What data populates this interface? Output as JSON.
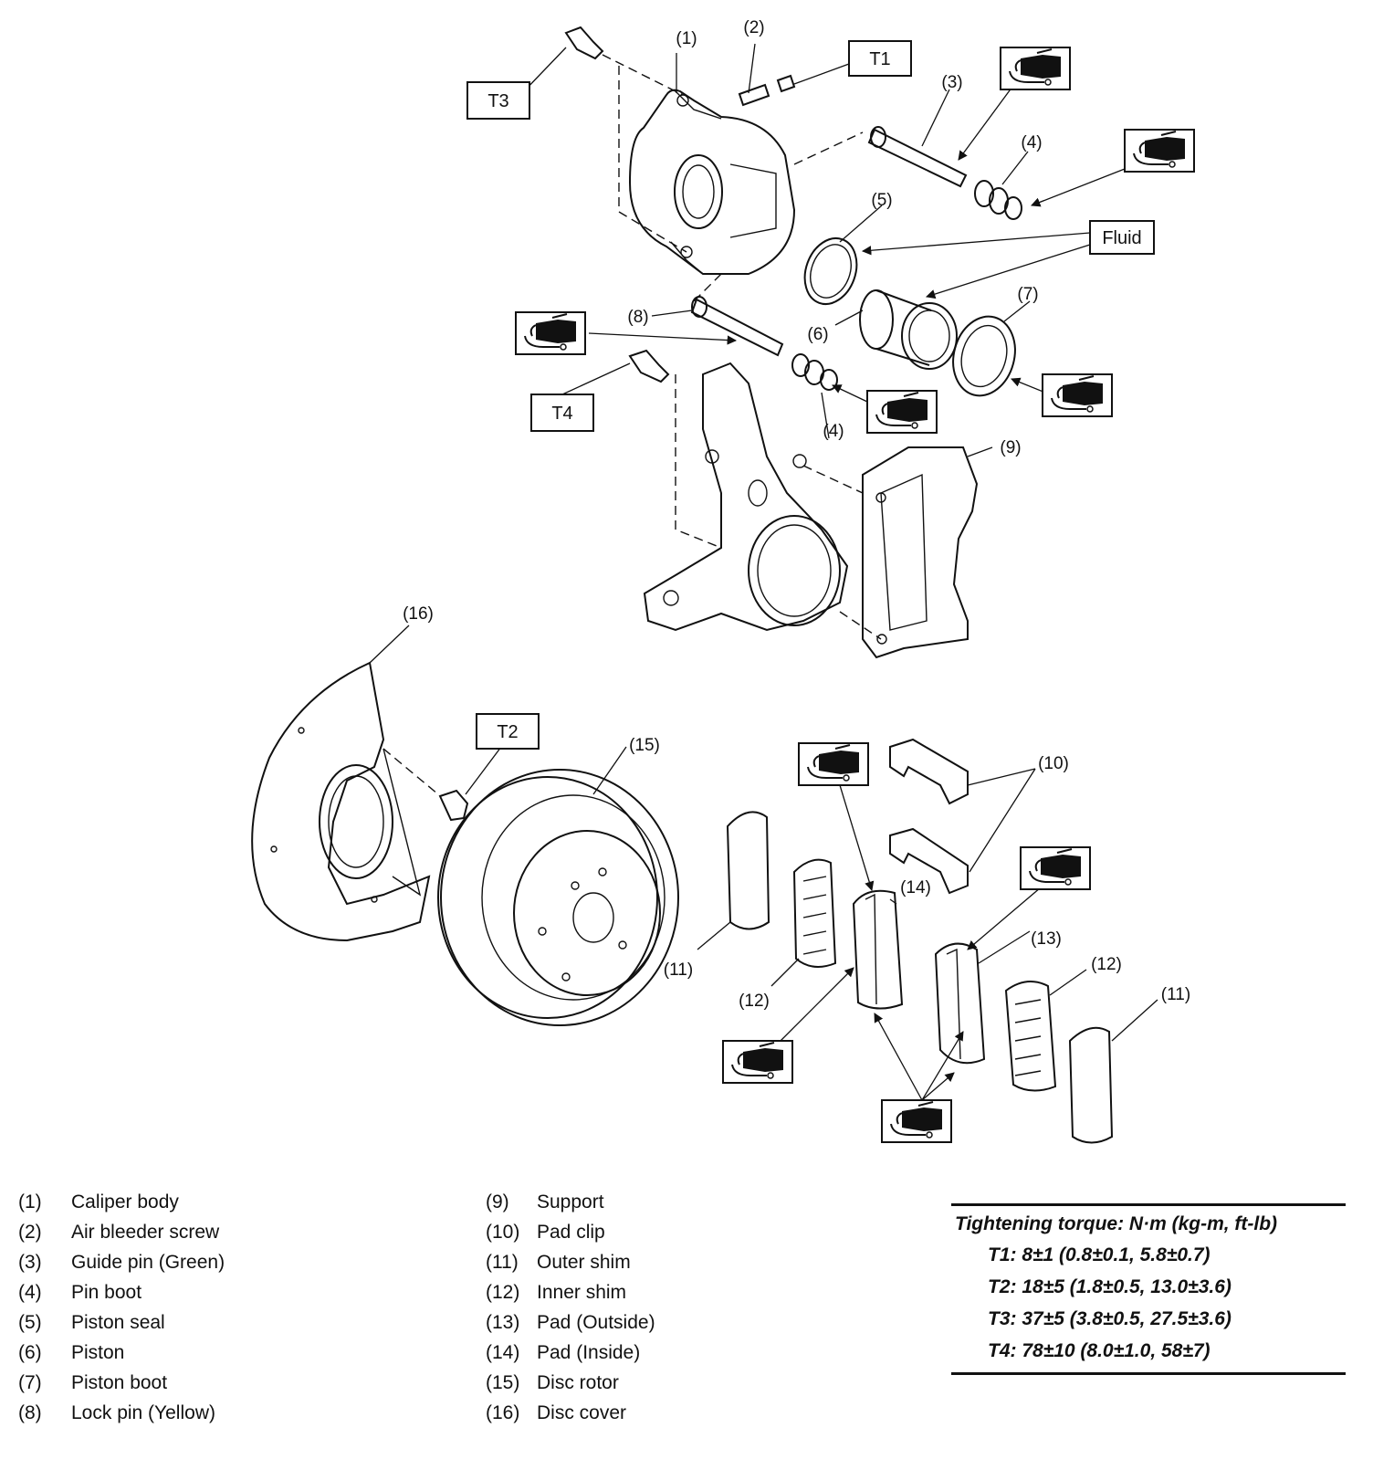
{
  "diagram": {
    "callouts": [
      "(1)",
      "(2)",
      "(3)",
      "(4)",
      "(4)",
      "(5)",
      "(6)",
      "(7)",
      "(8)",
      "(9)",
      "(10)",
      "(11)",
      "(11)",
      "(12)",
      "(12)",
      "(13)",
      "(14)",
      "(15)",
      "(16)"
    ],
    "torque_tags": [
      "T1",
      "T2",
      "T3",
      "T4"
    ],
    "fluid_tag": "Fluid",
    "grease_icon": "grease-tube-icon"
  },
  "legend": {
    "left": [
      {
        "num": "(1)",
        "label": "Caliper body"
      },
      {
        "num": "(2)",
        "label": "Air bleeder screw"
      },
      {
        "num": "(3)",
        "label": "Guide pin (Green)"
      },
      {
        "num": "(4)",
        "label": "Pin boot"
      },
      {
        "num": "(5)",
        "label": "Piston seal"
      },
      {
        "num": "(6)",
        "label": "Piston"
      },
      {
        "num": "(7)",
        "label": "Piston boot"
      },
      {
        "num": "(8)",
        "label": "Lock pin (Yellow)"
      }
    ],
    "right": [
      {
        "num": "(9)",
        "label": "Support"
      },
      {
        "num": "(10)",
        "label": "Pad clip"
      },
      {
        "num": "(11)",
        "label": "Outer shim"
      },
      {
        "num": "(12)",
        "label": "Inner shim"
      },
      {
        "num": "(13)",
        "label": "Pad (Outside)"
      },
      {
        "num": "(14)",
        "label": "Pad (Inside)"
      },
      {
        "num": "(15)",
        "label": "Disc rotor"
      },
      {
        "num": "(16)",
        "label": "Disc cover"
      }
    ]
  },
  "torque": {
    "title": "Tightening torque: N·m (kg-m, ft-lb)",
    "rows": [
      "T1: 8±1 (0.8±0.1, 5.8±0.7)",
      "T2: 18±5 (1.8±0.5, 13.0±3.6)",
      "T3: 37±5 (3.8±0.5, 27.5±3.6)",
      "T4: 78±10 (8.0±1.0, 58±7)"
    ]
  }
}
